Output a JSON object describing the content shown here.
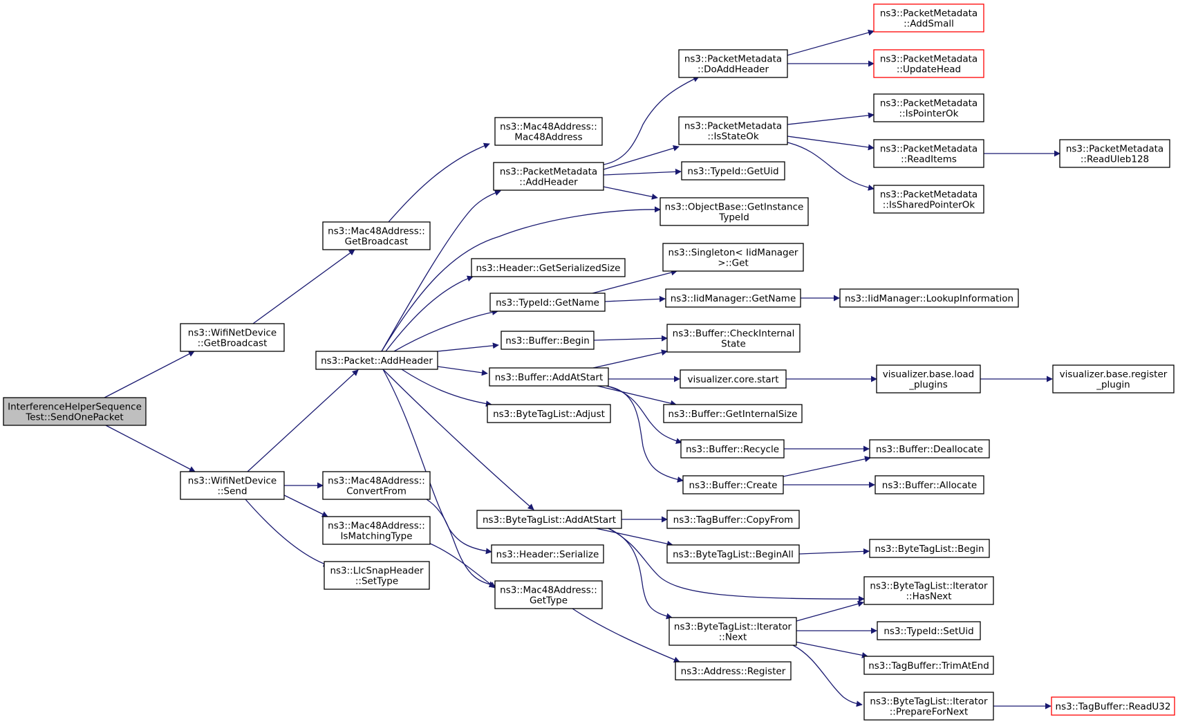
{
  "graph": {
    "colors": {
      "edge": "#191970",
      "border": "#000000",
      "border_truncated": "#ff0000",
      "fill": "#ffffff",
      "fill_root": "#bfbfbf"
    },
    "nodes": [
      {
        "id": "n0",
        "lines": [
          "InterferenceHelperSequence",
          "Test::SendOnePacket"
        ],
        "root": true
      },
      {
        "id": "n1",
        "lines": [
          "ns3::WifiNetDevice",
          "::GetBroadcast"
        ]
      },
      {
        "id": "n2",
        "lines": [
          "ns3::WifiNetDevice",
          "::Send"
        ]
      },
      {
        "id": "n3",
        "lines": [
          "ns3::Mac48Address::",
          "GetBroadcast"
        ]
      },
      {
        "id": "n4",
        "lines": [
          "ns3::Packet::AddHeader"
        ]
      },
      {
        "id": "n5",
        "lines": [
          "ns3::Mac48Address::",
          "ConvertFrom"
        ]
      },
      {
        "id": "n6",
        "lines": [
          "ns3::Mac48Address::",
          "IsMatchingType"
        ]
      },
      {
        "id": "n7",
        "lines": [
          "ns3::LlcSnapHeader",
          "::SetType"
        ]
      },
      {
        "id": "n8",
        "lines": [
          "ns3::Mac48Address::",
          "Mac48Address"
        ]
      },
      {
        "id": "n9",
        "lines": [
          "ns3::PacketMetadata",
          "::AddHeader"
        ]
      },
      {
        "id": "n10",
        "lines": [
          "ns3::Header::GetSerializedSize"
        ]
      },
      {
        "id": "n11",
        "lines": [
          "ns3::TypeId::GetName"
        ]
      },
      {
        "id": "n12",
        "lines": [
          "ns3::Buffer::Begin"
        ]
      },
      {
        "id": "n13",
        "lines": [
          "ns3::Buffer::AddAtStart"
        ]
      },
      {
        "id": "n14",
        "lines": [
          "ns3::ByteTagList::Adjust"
        ]
      },
      {
        "id": "n15",
        "lines": [
          "ns3::ByteTagList::AddAtStart"
        ]
      },
      {
        "id": "n16",
        "lines": [
          "ns3::Header::Serialize"
        ]
      },
      {
        "id": "n17",
        "lines": [
          "ns3::Mac48Address::",
          "GetType"
        ]
      },
      {
        "id": "n18",
        "lines": [
          "ns3::PacketMetadata",
          "::DoAddHeader"
        ]
      },
      {
        "id": "n19",
        "lines": [
          "ns3::PacketMetadata",
          "::IsStateOk"
        ]
      },
      {
        "id": "n20",
        "lines": [
          "ns3::TypeId::GetUid"
        ]
      },
      {
        "id": "n21",
        "lines": [
          "ns3::ObjectBase::GetInstance",
          "TypeId"
        ]
      },
      {
        "id": "n22",
        "lines": [
          "ns3::Singleton< IidManager",
          " >::Get"
        ]
      },
      {
        "id": "n23",
        "lines": [
          "ns3::IidManager::GetName"
        ]
      },
      {
        "id": "n24",
        "lines": [
          "ns3::Buffer::CheckInternal",
          "State"
        ]
      },
      {
        "id": "n25",
        "lines": [
          "visualizer.core.start"
        ]
      },
      {
        "id": "n26",
        "lines": [
          "ns3::Buffer::GetInternalSize"
        ]
      },
      {
        "id": "n27",
        "lines": [
          "ns3::Buffer::Recycle"
        ]
      },
      {
        "id": "n28",
        "lines": [
          "ns3::Buffer::Create"
        ]
      },
      {
        "id": "n29",
        "lines": [
          "ns3::TagBuffer::CopyFrom"
        ]
      },
      {
        "id": "n30",
        "lines": [
          "ns3::ByteTagList::BeginAll"
        ]
      },
      {
        "id": "n31",
        "lines": [
          "ns3::ByteTagList::Iterator",
          "::Next"
        ]
      },
      {
        "id": "n32",
        "lines": [
          "ns3::Address::Register"
        ]
      },
      {
        "id": "n33",
        "lines": [
          "ns3::PacketMetadata",
          "::AddSmall"
        ],
        "truncated": true
      },
      {
        "id": "n34",
        "lines": [
          "ns3::PacketMetadata",
          "::UpdateHead"
        ],
        "truncated": true
      },
      {
        "id": "n35",
        "lines": [
          "ns3::PacketMetadata",
          "::IsPointerOk"
        ]
      },
      {
        "id": "n36",
        "lines": [
          "ns3::PacketMetadata",
          "::ReadItems"
        ]
      },
      {
        "id": "n37",
        "lines": [
          "ns3::PacketMetadata",
          "::IsSharedPointerOk"
        ]
      },
      {
        "id": "n38",
        "lines": [
          "ns3::IidManager::LookupInformation"
        ]
      },
      {
        "id": "n39",
        "lines": [
          "visualizer.base.load",
          "_plugins"
        ]
      },
      {
        "id": "n40",
        "lines": [
          "ns3::Buffer::Deallocate"
        ]
      },
      {
        "id": "n41",
        "lines": [
          "ns3::Buffer::Allocate"
        ]
      },
      {
        "id": "n42",
        "lines": [
          "ns3::ByteTagList::Begin"
        ]
      },
      {
        "id": "n43",
        "lines": [
          "ns3::ByteTagList::Iterator",
          "::HasNext"
        ]
      },
      {
        "id": "n44",
        "lines": [
          "ns3::TypeId::SetUid"
        ]
      },
      {
        "id": "n45",
        "lines": [
          "ns3::TagBuffer::TrimAtEnd"
        ]
      },
      {
        "id": "n46",
        "lines": [
          "ns3::ByteTagList::Iterator",
          "::PrepareForNext"
        ]
      },
      {
        "id": "n47",
        "lines": [
          "ns3::PacketMetadata",
          "::ReadUleb128"
        ]
      },
      {
        "id": "n48",
        "lines": [
          "visualizer.base.register",
          "_plugin"
        ]
      },
      {
        "id": "n49",
        "lines": [
          "ns3::TagBuffer::ReadU32"
        ],
        "truncated": true
      }
    ],
    "edges": [
      [
        "n0",
        "n1"
      ],
      [
        "n0",
        "n2"
      ],
      [
        "n1",
        "n3"
      ],
      [
        "n2",
        "n4"
      ],
      [
        "n2",
        "n5"
      ],
      [
        "n2",
        "n6"
      ],
      [
        "n2",
        "n7"
      ],
      [
        "n3",
        "n8"
      ],
      [
        "n4",
        "n9"
      ],
      [
        "n4",
        "n21"
      ],
      [
        "n4",
        "n10"
      ],
      [
        "n4",
        "n11"
      ],
      [
        "n4",
        "n12"
      ],
      [
        "n4",
        "n13"
      ],
      [
        "n4",
        "n14"
      ],
      [
        "n4",
        "n15"
      ],
      [
        "n4",
        "n16"
      ],
      [
        "n5",
        "n17"
      ],
      [
        "n6",
        "n17"
      ],
      [
        "n17",
        "n32"
      ],
      [
        "n9",
        "n18"
      ],
      [
        "n9",
        "n19"
      ],
      [
        "n9",
        "n20"
      ],
      [
        "n9",
        "n21"
      ],
      [
        "n18",
        "n33"
      ],
      [
        "n18",
        "n34"
      ],
      [
        "n19",
        "n35"
      ],
      [
        "n19",
        "n36"
      ],
      [
        "n19",
        "n37"
      ],
      [
        "n36",
        "n47"
      ],
      [
        "n11",
        "n22"
      ],
      [
        "n11",
        "n23"
      ],
      [
        "n23",
        "n38"
      ],
      [
        "n12",
        "n24"
      ],
      [
        "n13",
        "n24"
      ],
      [
        "n13",
        "n25"
      ],
      [
        "n13",
        "n26"
      ],
      [
        "n13",
        "n27"
      ],
      [
        "n13",
        "n28"
      ],
      [
        "n25",
        "n39"
      ],
      [
        "n39",
        "n48"
      ],
      [
        "n27",
        "n40"
      ],
      [
        "n28",
        "n40"
      ],
      [
        "n28",
        "n41"
      ],
      [
        "n15",
        "n29"
      ],
      [
        "n15",
        "n30"
      ],
      [
        "n15",
        "n43"
      ],
      [
        "n15",
        "n31"
      ],
      [
        "n30",
        "n42"
      ],
      [
        "n31",
        "n43"
      ],
      [
        "n31",
        "n44"
      ],
      [
        "n31",
        "n45"
      ],
      [
        "n31",
        "n46"
      ],
      [
        "n46",
        "n49"
      ]
    ]
  }
}
